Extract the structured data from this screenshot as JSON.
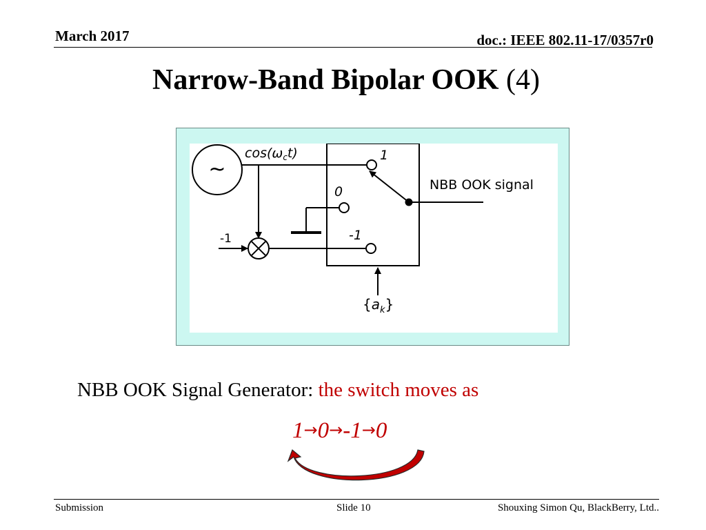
{
  "header": {
    "date": "March 2017",
    "doc": "doc.: IEEE 802.11-17/0357r0"
  },
  "title": {
    "main": "Narrow-Band Bipolar OOK",
    "suffix": "(4)"
  },
  "diagram": {
    "oscillator_symbol": "~",
    "carrier_label_prefix": "cos(",
    "carrier_omega": "ω",
    "carrier_sub": "c",
    "carrier_label_suffix": "t)",
    "port_1_label": "1",
    "port_0_label": "0",
    "port_neg1_label": "-1",
    "mixer_input_label": "-1",
    "output_label": "NBB OOK signal",
    "control_label_open": "{",
    "control_label_var": "a",
    "control_label_sub": "k",
    "control_label_close": "}"
  },
  "caption": {
    "prefix": "NBB OOK Signal Generator: ",
    "highlight": "the switch moves as"
  },
  "sequence": {
    "s1": "1",
    "s2": "0",
    "s3": "-1",
    "s4": "0",
    "arrow": "→"
  },
  "footer": {
    "left": "Submission",
    "center": "Slide 10",
    "right": "Shouxing Simon Qu, BlackBerry, Ltd.."
  }
}
